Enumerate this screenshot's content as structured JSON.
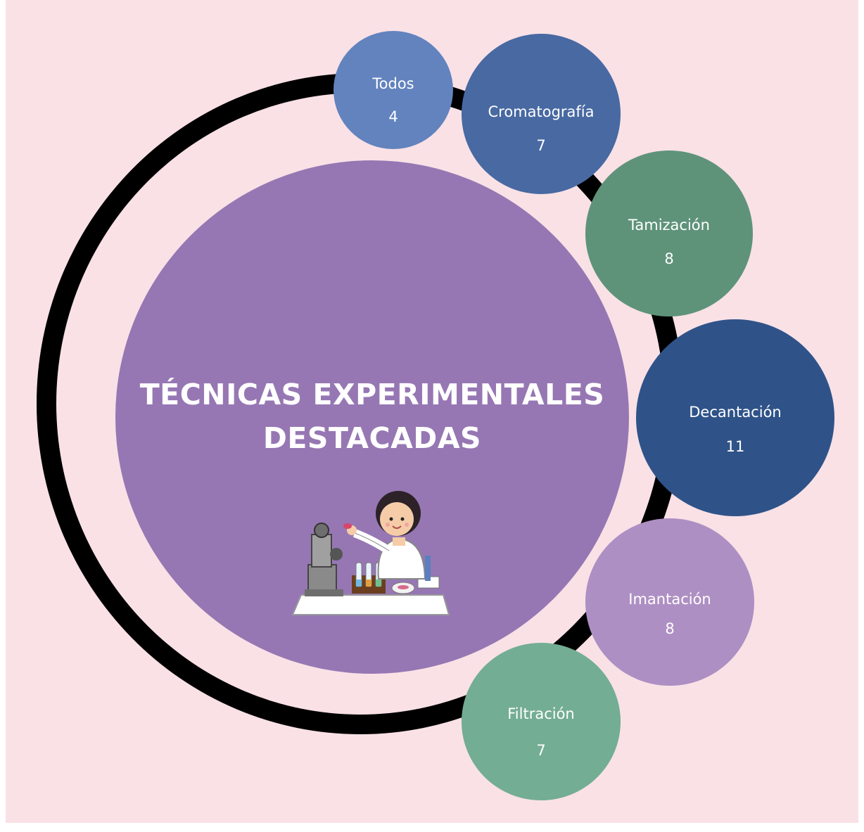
{
  "diagram": {
    "title_lines": [
      "TÉCNICAS EXPERIMENTALES",
      "DESTACADAS"
    ],
    "illustration": "scientist-with-microscope-illustration",
    "nodes": [
      {
        "label": "Todos",
        "count": "4",
        "color": "#6283be"
      },
      {
        "label": "Cromatografía",
        "count": "7",
        "color": "#4869a2"
      },
      {
        "label": "Tamización",
        "count": "8",
        "color": "#5e937a"
      },
      {
        "label": "Decantación",
        "count": "11",
        "color": "#2f5389"
      },
      {
        "label": "Imantación",
        "count": "8",
        "color": "#ae8fc3"
      },
      {
        "label": "Filtración",
        "count": "7",
        "color": "#73ad93"
      }
    ],
    "colors": {
      "background": "#f9e1e6",
      "ring": "#000000",
      "center": "#9677b3"
    }
  }
}
